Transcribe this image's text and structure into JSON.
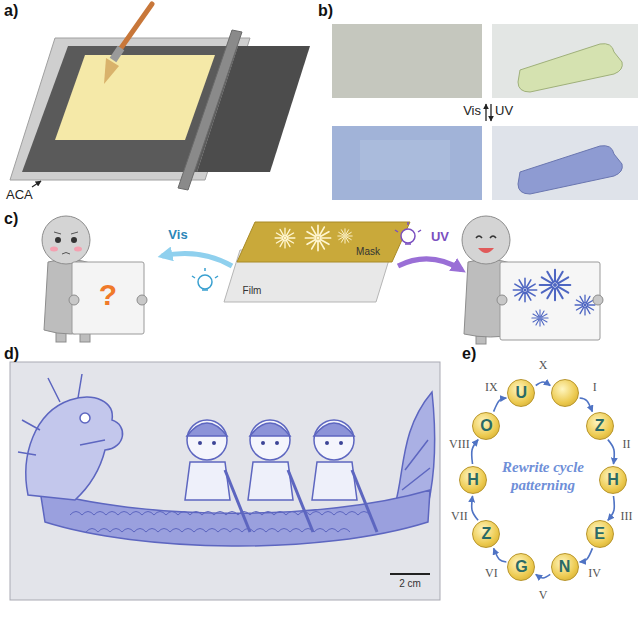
{
  "diagram": {
    "nodes": [
      {
        "text": []
      },
      {
        "text": [
          "Z"
        ]
      },
      {
        "text": [
          "H"
        ]
      },
      {
        "text": [
          "E"
        ]
      },
      {
        "text": [
          "N"
        ]
      },
      {
        "text": [
          "G"
        ]
      },
      {
        "text": [
          "Z"
        ]
      },
      {
        "text": [
          "H"
        ]
      },
      {
        "text": [
          "O"
        ]
      },
      {
        "text": [
          "U"
        ]
      }
    ],
    "edges": [
      {
        "from": 0,
        "to": 1,
        "arrow": "to",
        "label": "I"
      },
      {
        "from": 1,
        "to": 2,
        "arrow": "to",
        "label": "II"
      },
      {
        "from": 2,
        "to": 3,
        "arrow": "to",
        "label": "III"
      },
      {
        "from": 3,
        "to": 4,
        "arrow": "to",
        "label": "IV"
      },
      {
        "from": 4,
        "to": 5,
        "arrow": "to",
        "label": "V"
      },
      {
        "from": 5,
        "to": 6,
        "arrow": "to",
        "label": "VI"
      },
      {
        "from": 6,
        "to": 7,
        "arrow": "to",
        "label": "VII"
      },
      {
        "from": 7,
        "to": 8,
        "arrow": "to",
        "label": "VIII"
      },
      {
        "from": 8,
        "to": 9,
        "arrow": "to",
        "label": "IX"
      },
      {
        "from": 9,
        "to": 0,
        "arrow": "to",
        "label": "X"
      }
    ],
    "labels": [
      "a)",
      "ACA",
      "b)",
      "Vis",
      "UV",
      "c)",
      "?",
      "Vis",
      "Mask",
      "Film",
      "UV",
      "d)",
      "2 cm",
      "e)",
      "Rewrite cycle patterning"
    ]
  }
}
